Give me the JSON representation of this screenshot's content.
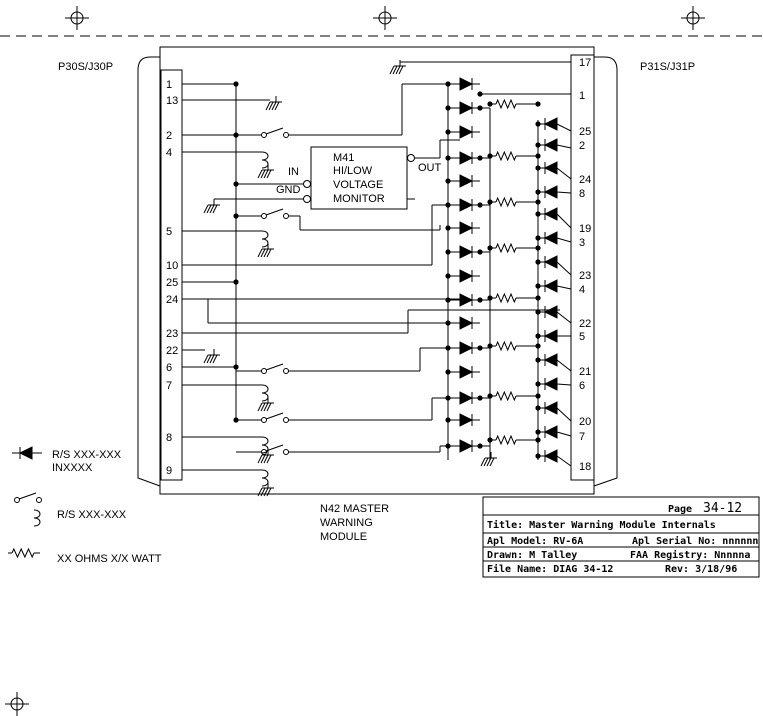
{
  "connectors": {
    "left": "P30S/J30P",
    "right": "P31S/J31P"
  },
  "left_pins": [
    "1",
    "13",
    "2",
    "4",
    "5",
    "10",
    "25",
    "24",
    "23",
    "22",
    "6",
    "7",
    "8",
    "9"
  ],
  "right_pins": [
    "17",
    "1",
    "25",
    "2",
    "24",
    "8",
    "19",
    "3",
    "23",
    "4",
    "22",
    "5",
    "21",
    "6",
    "20",
    "7",
    "18"
  ],
  "monitor": {
    "lines": [
      "M41",
      "HI/LOW",
      "VOLTAGE",
      "MONITOR"
    ],
    "in_label": "IN",
    "gnd_label": "GND",
    "out_label": "OUT"
  },
  "module_caption": [
    "N42 MASTER",
    "WARNING",
    "MODULE"
  ],
  "legend": {
    "diode": [
      "R/S XXX-XXX",
      "INXXXX"
    ],
    "switch": "R/S XXX-XXX",
    "resistor": "XX OHMS X/X WATT"
  },
  "title_block": {
    "page_label": "Page",
    "page_number": "34-12",
    "title": "Title: Master Warning Module Internals",
    "model": "Apl Model: RV-6A",
    "serial": "Apl Serial No: nnnnnn",
    "drawn": "Drawn: M Talley",
    "registry": "FAA Registry: Nnnnna",
    "file": "File Name: DIAG 34-12",
    "rev": "Rev: 3/18/96"
  }
}
